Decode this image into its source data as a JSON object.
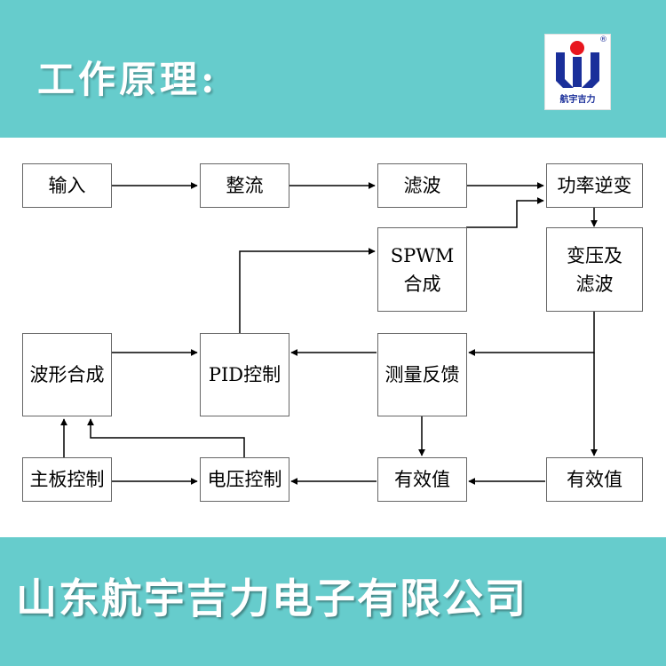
{
  "header": {
    "title": "工作原理:",
    "logo": {
      "text": "航宇吉力",
      "registered_mark": "®",
      "colors": {
        "blue": "#1a2f9a",
        "red": "#e8161e"
      }
    }
  },
  "diagram": {
    "blocks": {
      "input": "输入",
      "rectify": "整流",
      "filter": "滤波",
      "inverter": "功率逆变",
      "spwm": "SPWM\n合成",
      "transform": "变压及\n滤波",
      "wave_synth": "波形合成",
      "pid": "PID控制",
      "feedback": "测量反馈",
      "main_ctrl": "主板控制",
      "voltage_ctrl": "电压控制",
      "rms_left": "有效值",
      "rms_right": "有效值"
    }
  },
  "footer": {
    "company": "山东航宇吉力电子有限公司"
  },
  "colors": {
    "band": "#66cccc",
    "text_on_band": "#ffffff",
    "box_border": "#666666"
  }
}
